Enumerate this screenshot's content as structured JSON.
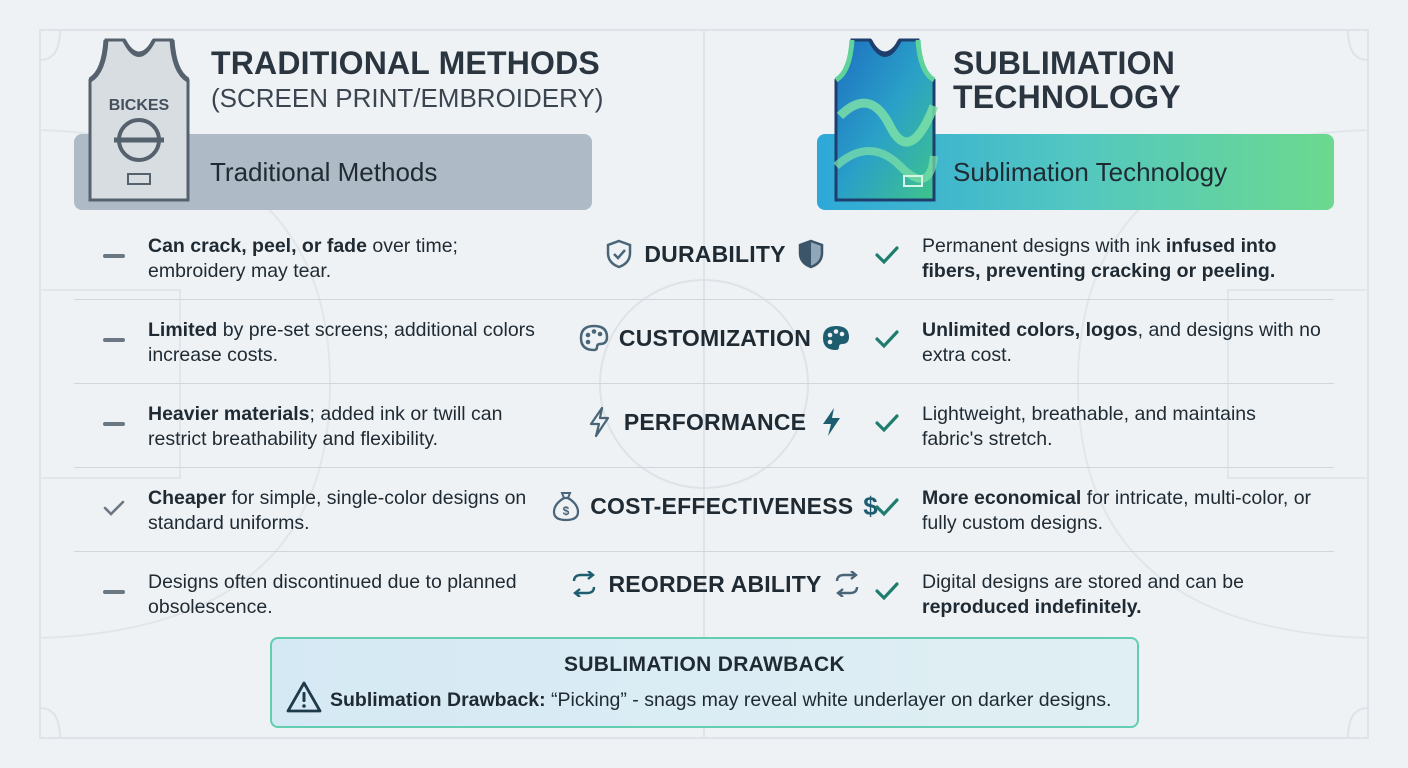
{
  "left_header": {
    "title": "TRADITIONAL METHODS",
    "subtitle": "(SCREEN PRINT/EMBROIDERY)",
    "banner": "Traditional Methods",
    "jersey_text": "BICKES"
  },
  "right_header": {
    "title_line1": "SUBLIMATION",
    "title_line2": "TECHNOLOGY",
    "banner": "Sublimation Technology"
  },
  "rows": [
    {
      "category": "DURABILITY",
      "icon": "shield-icon",
      "left_mark": "dash",
      "left_bold": "Can crack, peel, or fade",
      "left_rest": " over time; embroidery may tear.",
      "right_mark": "check",
      "right_pre": "Permanent designs with ink ",
      "right_bold": "infused into fibers, preventing cracking or peeling."
    },
    {
      "category": "CUSTOMIZATION",
      "icon": "palette-icon",
      "left_mark": "dash",
      "left_bold": "Limited",
      "left_rest": " by pre-set screens; additional colors increase costs.",
      "right_mark": "check",
      "right_bold": "Unlimited colors, logos",
      "right_rest": ", and designs with no extra cost."
    },
    {
      "category": "PERFORMANCE",
      "icon": "lightning-icon",
      "left_mark": "dash",
      "left_bold": "Heavier materials",
      "left_rest": "; added ink or twill can restrict breathability and flexibility.",
      "right_mark": "check",
      "right_rest": "Lightweight, breathable, and maintains fabric's stretch."
    },
    {
      "category": "COST-EFFECTIVENESS",
      "icon": "money-bag-icon",
      "icon_right_text": "$",
      "left_mark": "check",
      "left_bold": "Cheaper",
      "left_rest": " for simple, single-color designs on standard uniforms.",
      "right_mark": "check",
      "right_bold": "More economical",
      "right_rest": " for intricate, multi-color, or fully custom designs."
    },
    {
      "category": "REORDER ABILITY",
      "icon": "refresh-icon",
      "left_mark": "dash",
      "left_rest": "Designs often discontinued due to planned obsolescence.",
      "right_mark": "check",
      "right_pre": "Digital designs are stored and can be ",
      "right_bold": "reproduced indefinitely."
    }
  ],
  "drawback": {
    "title": "SUBLIMATION DRAWBACK",
    "label": "Sublimation Drawback:",
    "text": " “Picking” - snags may reveal white underlayer on darker designs."
  },
  "colors": {
    "accent_teal": "#1f7c6e",
    "icon_slate": "#4a6478",
    "icon_teal_dark": "#1e5d70",
    "dash_gray": "#6b7884",
    "banner_gray": "#aebac5"
  }
}
